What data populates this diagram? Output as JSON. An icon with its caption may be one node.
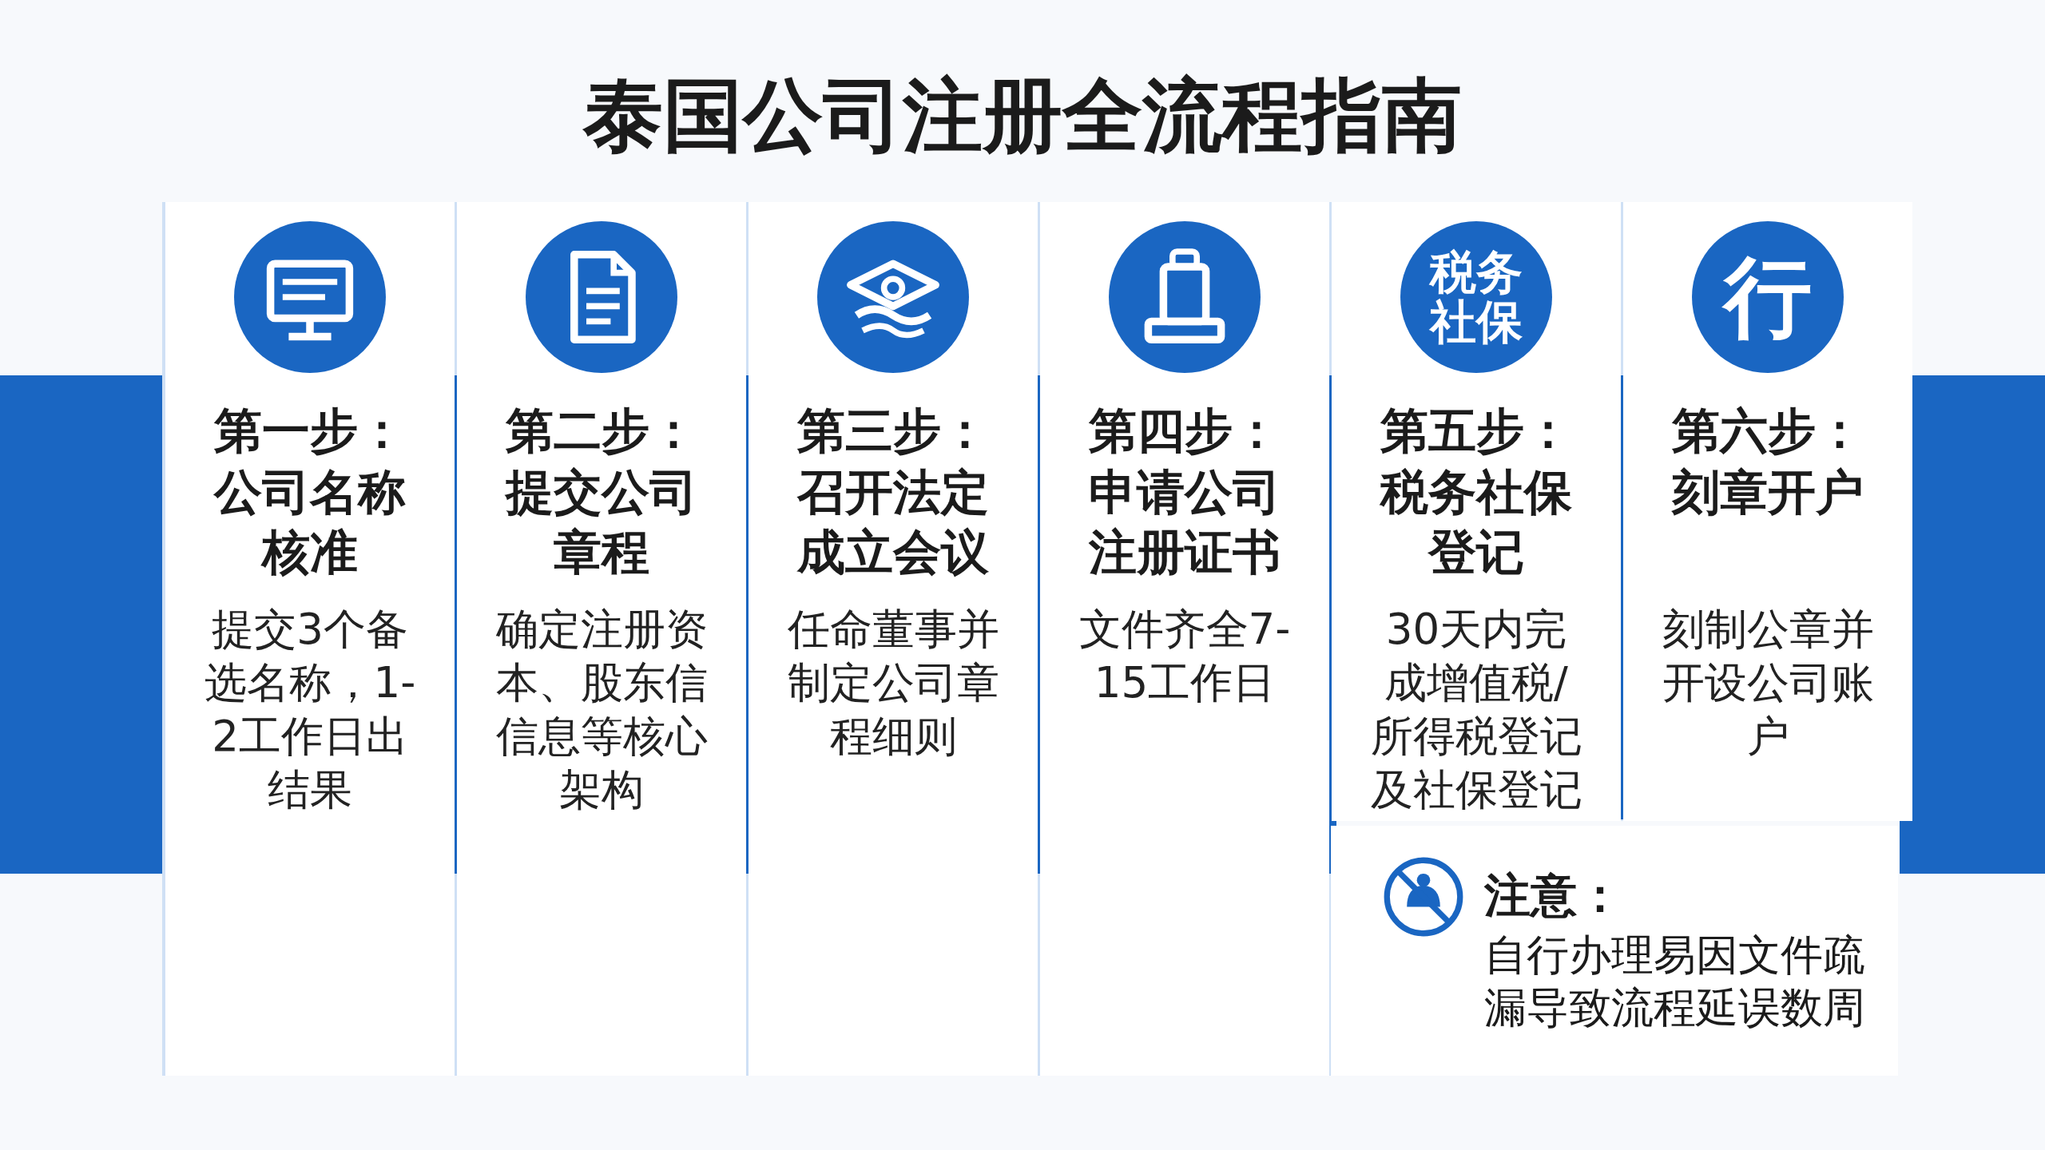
{
  "diagram": {
    "title": "泰国公司注册全流程指南",
    "nodes": [
      {
        "text": [
          "第一步：",
          "公司名称核准",
          "提交3个备选名称，1-2工作日出结果"
        ]
      },
      {
        "text": [],
        "shape": "circle",
        "in": 0
      },
      {
        "text": [
          "第二步：",
          "提交公司章程",
          "确定注册资本、股东信信息等核心架构"
        ]
      },
      {
        "text": [],
        "shape": "circle",
        "in": 2
      },
      {
        "text": [
          "第三步：",
          "召开法定成立会议",
          "任命董事并制定公司章程细则"
        ]
      },
      {
        "text": [],
        "shape": "circle",
        "in": 4
      },
      {
        "text": [
          "第四步：",
          "申请公司注册证书",
          "文件齐全7-15工作日"
        ]
      },
      {
        "text": [],
        "shape": "circle",
        "in": 6
      },
      {
        "text": [
          "第五步：",
          "税务社保登记",
          "30天内完成增值税/所得税登记及社保登记"
        ]
      },
      {
        "text": [
          "税务社保"
        ],
        "in": 8
      },
      {
        "text": [
          "第六步：",
          "刻章开户",
          "刻制公章并开设公司账户"
        ]
      },
      {
        "text": [
          "行"
        ],
        "in": 10
      },
      {
        "text": [
          "注意：",
          "自行办理易因文件疏漏导致流程延误数周"
        ]
      }
    ],
    "edges": []
  }
}
